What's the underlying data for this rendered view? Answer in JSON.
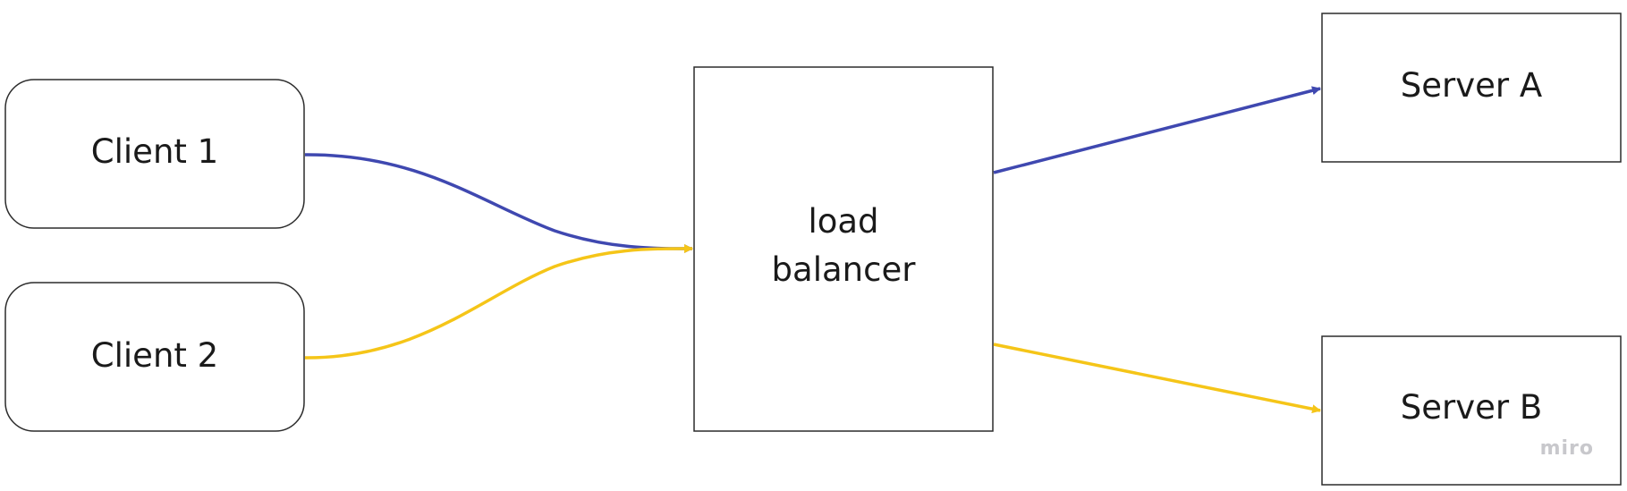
{
  "nodes": {
    "client1": {
      "label": "Client 1"
    },
    "client2": {
      "label": "Client 2"
    },
    "load_balancer": {
      "label_line1": "load",
      "label_line2": "balancer"
    },
    "server_a": {
      "label": "Server A"
    },
    "server_b": {
      "label": "Server B"
    }
  },
  "connectors": {
    "client1_to_lb": {
      "from": "Client 1",
      "to": "load balancer",
      "color": "#3f48b0"
    },
    "client2_to_lb": {
      "from": "Client 2",
      "to": "load balancer",
      "color": "#f5c518"
    },
    "lb_to_server_a": {
      "from": "load balancer",
      "to": "Server A",
      "color": "#3f48b0"
    },
    "lb_to_server_b": {
      "from": "load balancer",
      "to": "Server B",
      "color": "#f5c518"
    }
  },
  "watermark": {
    "text": "miro"
  },
  "colors": {
    "border": "#2b2b2b",
    "text": "#1a1a1a",
    "blue": "#3f48b0",
    "yellow": "#f5c518",
    "watermark": "#c8c8cc"
  }
}
